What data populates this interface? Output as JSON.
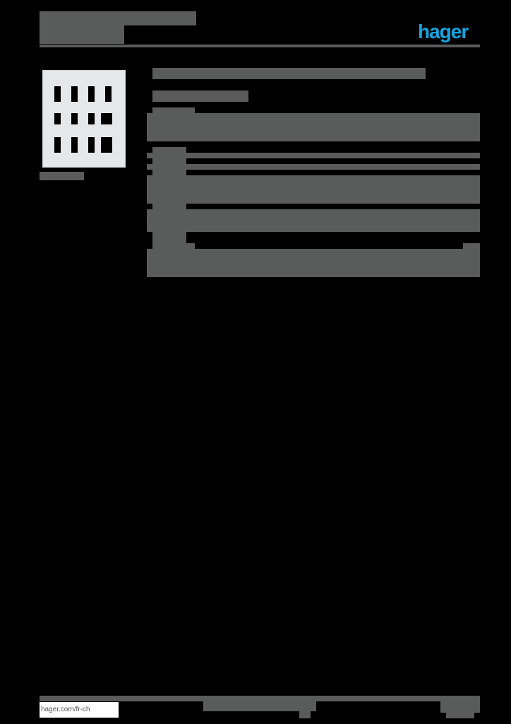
{
  "header": {
    "brand_logo": "hager",
    "brand_color": "#16a5e0",
    "title": "",
    "subtitle": ""
  },
  "product": {
    "image_alt": "cover plate 12 modules",
    "image_caption": "",
    "heading": "",
    "subheading": ""
  },
  "footer": {
    "website": "hager.com/fr-ch"
  },
  "colors": {
    "background": "#000000",
    "block": "#5a5b5b"
  }
}
